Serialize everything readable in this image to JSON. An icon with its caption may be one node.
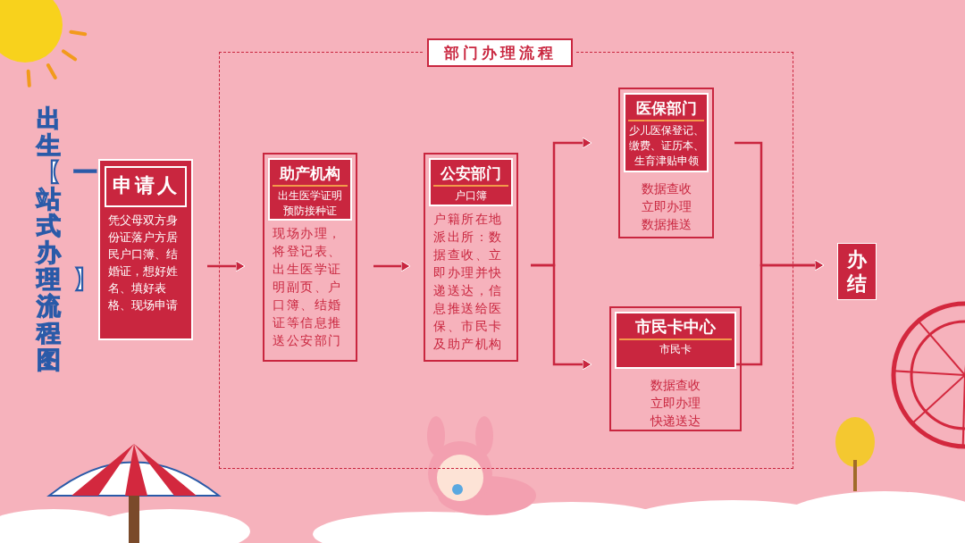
{
  "diagram": {
    "title": "出生【一站式办理】流程图",
    "nodes": [
      {
        "text": [
          "申请人",
          "凭父母双方身份证落户方居民户口簿、结婚证，想好姓名、填好表格、现场申请"
        ]
      },
      {
        "text": [
          "部门办理流程"
        ]
      },
      {
        "text": [
          "助产机构",
          "出生医学证明",
          "预防接种证",
          "现场办理，将登记表、出生医学证明副页、户口簿、结婚证等信息推送公安部门"
        ],
        "in": 1
      },
      {
        "text": [
          "公安部门",
          "户口簿",
          "户籍所在地派出所：数据查收、立即办理并快递送达，信息推送给医保、市民卡及助产机构"
        ],
        "in": 1
      },
      {
        "text": [
          "医保部门",
          "少儿医保登记、缴费、证历本、生育津贴申领",
          "数据查收",
          "立即办理",
          "数据推送"
        ],
        "in": 1
      },
      {
        "text": [
          "市民卡中心",
          "市民卡",
          "数据查收",
          "立即办理",
          "快递送达"
        ],
        "in": 1
      },
      {
        "text": [
          "办结"
        ]
      }
    ],
    "edges": [
      {
        "from": 0,
        "to": 2,
        "arrow": "to"
      },
      {
        "from": 2,
        "to": 3,
        "arrow": "to"
      },
      {
        "from": 3,
        "to": 4,
        "arrow": "to"
      },
      {
        "from": 3,
        "to": 5,
        "arrow": "to"
      },
      {
        "from": 4,
        "to": 6,
        "arrow": "to"
      },
      {
        "from": 5,
        "to": 6,
        "arrow": "to"
      }
    ]
  }
}
